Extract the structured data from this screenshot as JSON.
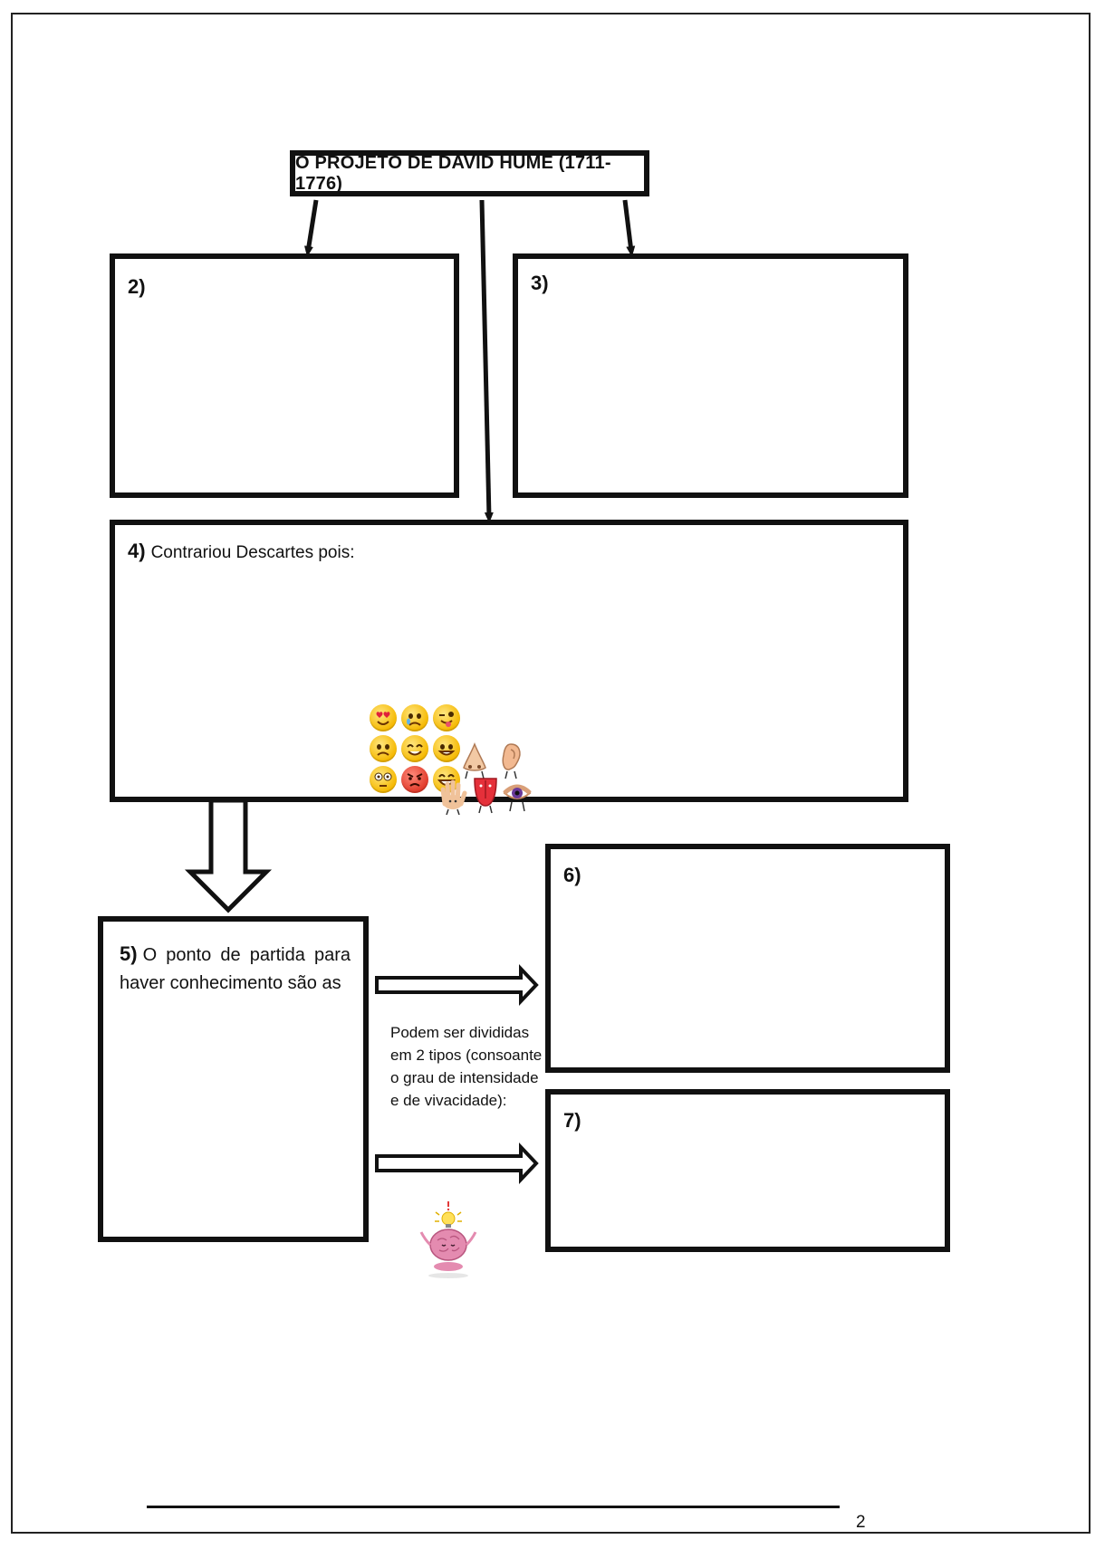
{
  "diagram": {
    "title": "O PROJETO DE DAVID HUME (1711-1776)",
    "box2": {
      "number": "2)"
    },
    "box3": {
      "number": "3)"
    },
    "box4": {
      "number": "4)",
      "prompt": "Contrariou Descartes pois:"
    },
    "box5": {
      "number": "5)",
      "prompt": "O ponto de partida para haver conhecimento são as"
    },
    "box6": {
      "number": "6)"
    },
    "box7": {
      "number": "7)"
    },
    "side_note": "Podem ser divididas em 2 tipos (consoante o grau de intensidade e de vivacidade):",
    "icons": [
      "emoji-heart-eyes-icon",
      "emoji-crying-icon",
      "emoji-winking-tongue-icon",
      "emoji-sad-icon",
      "emoji-smile-icon",
      "emoji-grin-icon",
      "emoji-flushed-icon",
      "emoji-angry-icon",
      "emoji-laughing-icon",
      "nose-icon",
      "ear-icon",
      "hand-icon",
      "tongue-icon",
      "eye-icon",
      "brain-lightbulb-icon"
    ]
  },
  "footer": {
    "page_number": "2"
  }
}
